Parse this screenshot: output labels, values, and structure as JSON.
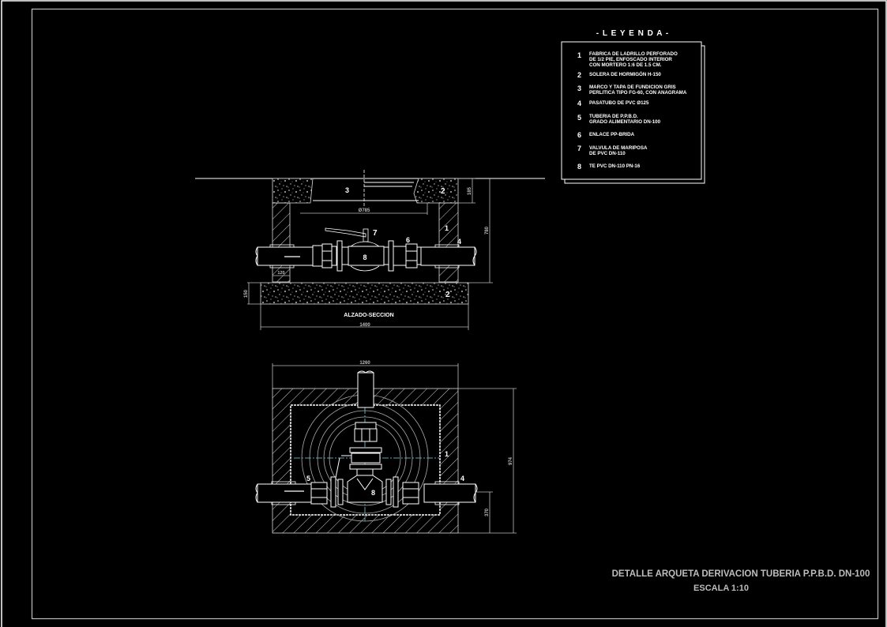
{
  "legend": {
    "title": "- L E Y E N D A -",
    "items": [
      {
        "num": "1",
        "lines": [
          "FABRICA DE LADRILLO PERFORADO",
          "DE 1/2 PIE, ENFOSCADO INTERIOR",
          "CON MORTERO 1:6 DE 1.5 CM."
        ]
      },
      {
        "num": "2",
        "lines": [
          "SOLERA DE HORMIGÓN H-150"
        ]
      },
      {
        "num": "3",
        "lines": [
          "MARCO Y TAPA DE FUNDICION GRIS",
          "PERLITICA TIPO FG-60, CON ANAGRAMA"
        ]
      },
      {
        "num": "4",
        "lines": [
          "PASATUBO DE PVC Ø125"
        ]
      },
      {
        "num": "5",
        "lines": [
          "TUBERIA DE P.P.B.D.",
          "GRADO ALIMENTARIO DN-100"
        ]
      },
      {
        "num": "6",
        "lines": [
          "ENLACE PP-BRIDA"
        ]
      },
      {
        "num": "7",
        "lines": [
          "VALVULA DE MARIPOSA",
          "DE PVC DN-110"
        ]
      },
      {
        "num": "8",
        "lines": [
          "TE PVC DN-110 PN-16"
        ]
      }
    ]
  },
  "section_view": {
    "label": "ALZADO-SECCION",
    "dims": {
      "overall_width": "1400",
      "opening": "Ø785",
      "wall": "120",
      "slab": "150",
      "frame": "185",
      "height": "780"
    },
    "callouts": [
      "3",
      "2",
      "7",
      "6",
      "1",
      "4",
      "8",
      "2"
    ]
  },
  "plan_view": {
    "dims": {
      "overall_width": "1260",
      "height": "974",
      "pipe_axis": "370"
    },
    "callouts": [
      "1",
      "4",
      "5",
      "8"
    ]
  },
  "title_block": {
    "title": "DETALLE ARQUETA DERIVACION TUBERIA P.P.B.D.  DN-100",
    "scale": "ESCALA  1:10"
  },
  "colors": {
    "background": "#000000",
    "line": "#ffffff",
    "dim": "#bdbdbd",
    "axis": "#7fd3e0"
  }
}
